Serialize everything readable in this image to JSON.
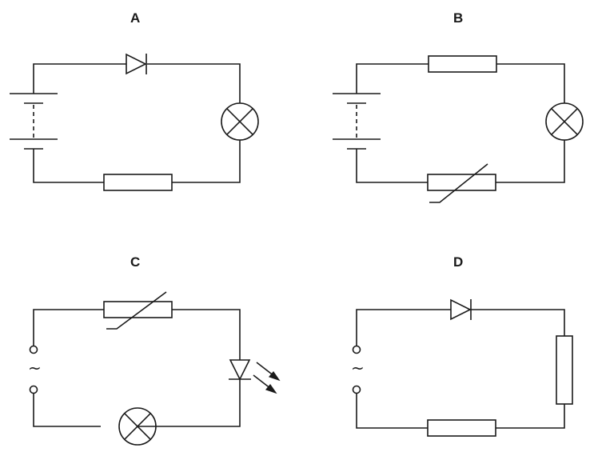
{
  "circuits": [
    {
      "label": "A",
      "components": [
        "battery-cell",
        "diode",
        "lamp",
        "resistor"
      ]
    },
    {
      "label": "B",
      "components": [
        "battery-cell",
        "resistor",
        "lamp",
        "variable-resistor"
      ]
    },
    {
      "label": "C",
      "components": [
        "ac-supply",
        "variable-resistor",
        "light-emitting-diode",
        "lamp"
      ],
      "supply_symbol": "~"
    },
    {
      "label": "D",
      "components": [
        "ac-supply",
        "diode",
        "resistor",
        "resistor"
      ],
      "supply_symbol": "~"
    }
  ],
  "colors": {
    "line": "#1a1a1a",
    "background": "#ffffff"
  }
}
